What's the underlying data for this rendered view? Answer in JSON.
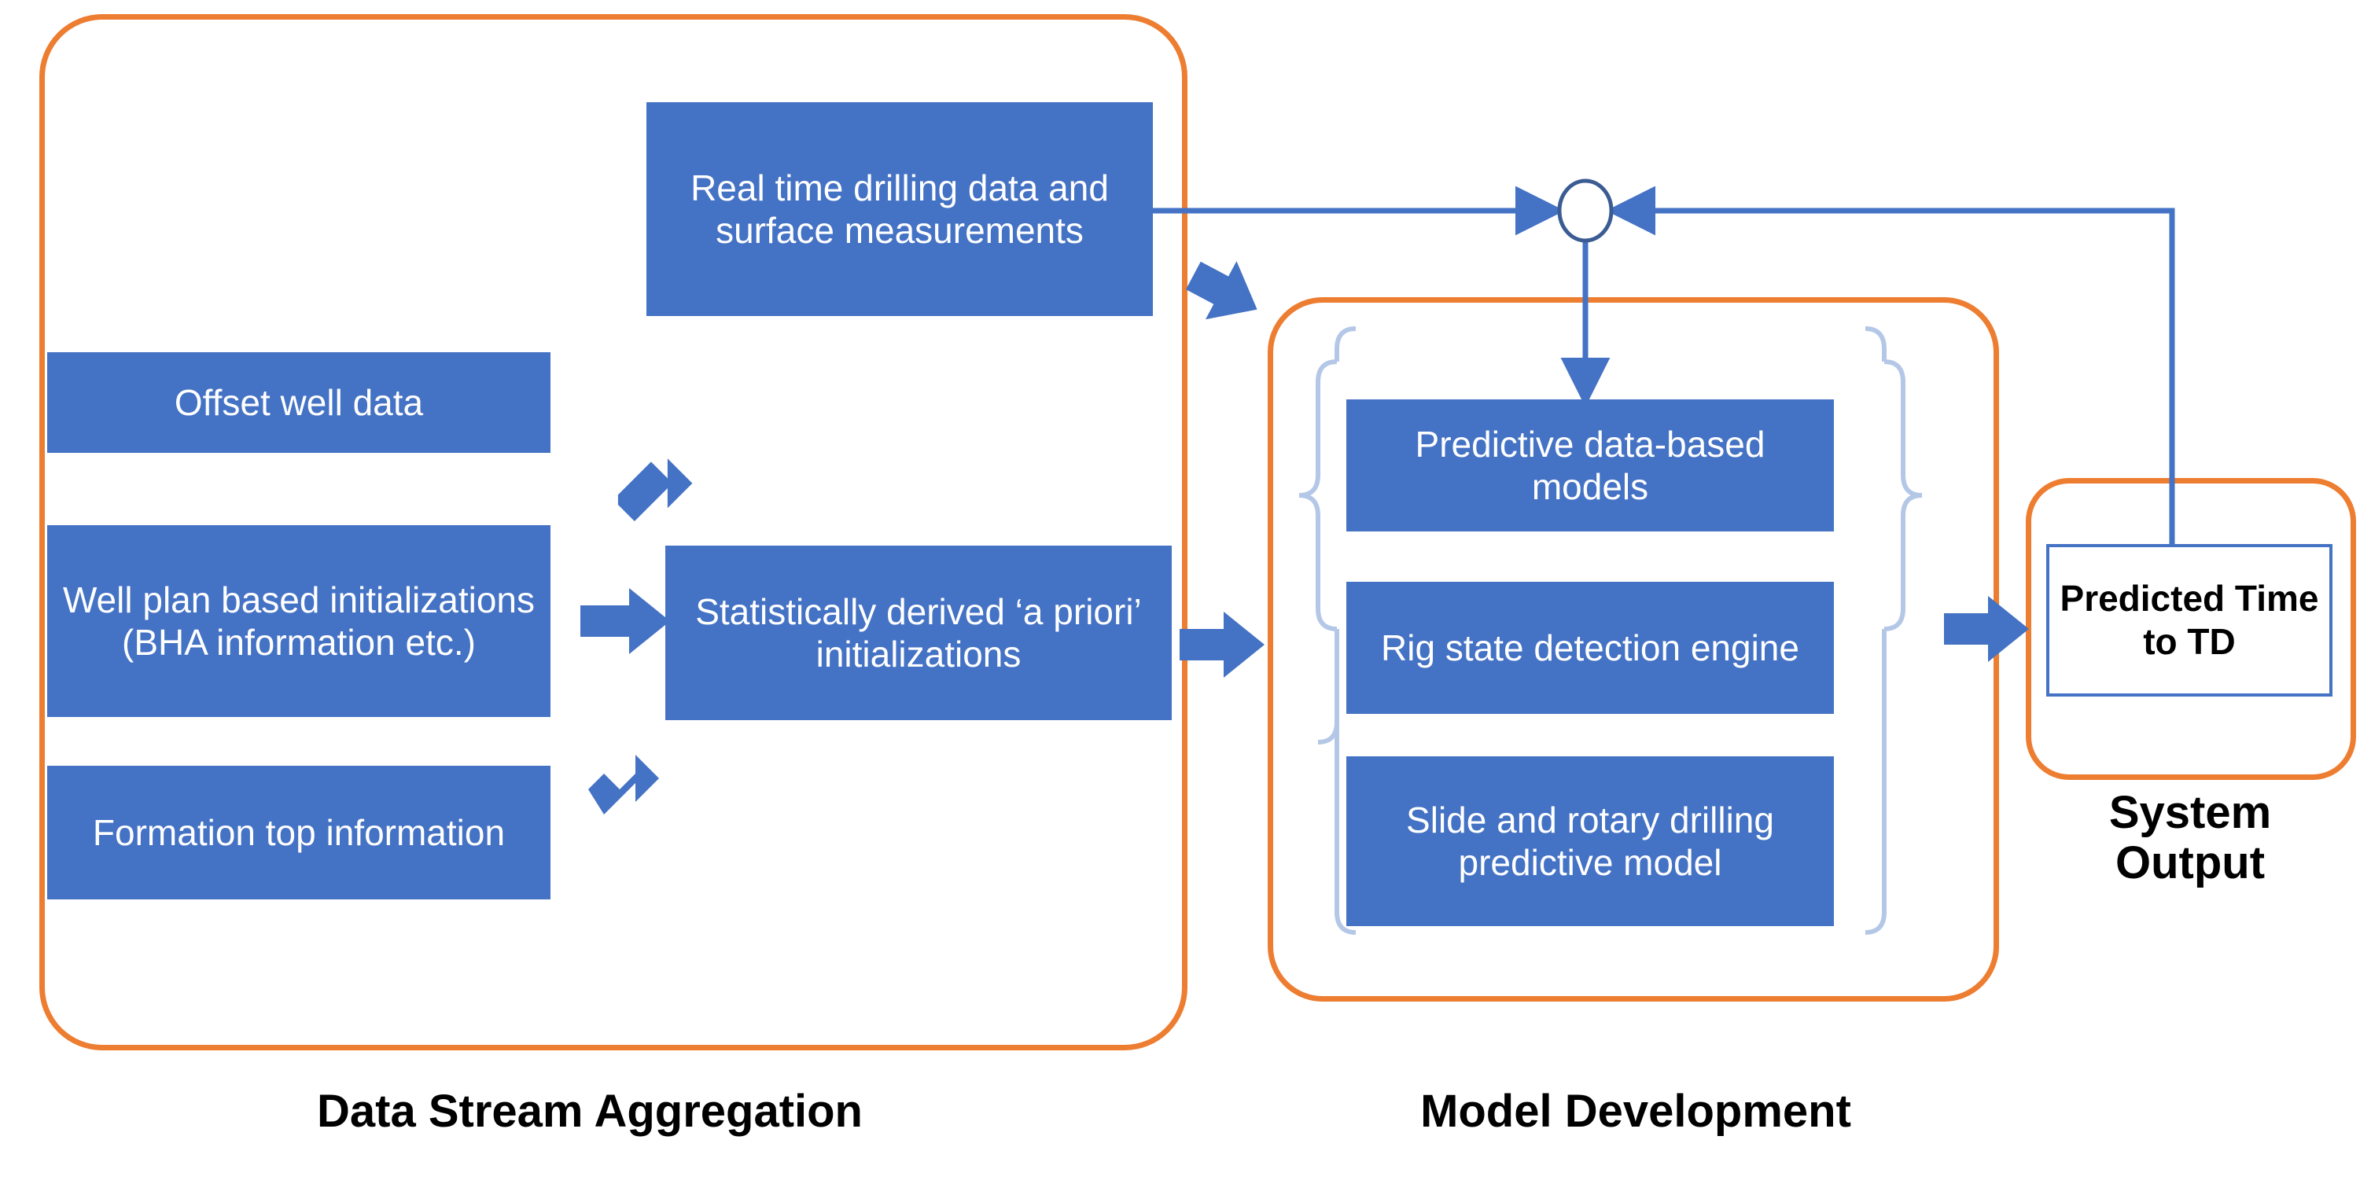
{
  "diagram": {
    "title_implicit": "Predicted Time to TD system workflow",
    "colors": {
      "box_blue": "#4472C4",
      "group_orange": "#ED7D31",
      "brace_blue": "#B4C7E7",
      "arrow_blue": "#4472C4",
      "text_on_blue": "#FFFFFF",
      "text_black": "#000000"
    },
    "groups": [
      {
        "id": "data-stream-aggregation",
        "label": "Data Stream Aggregation"
      },
      {
        "id": "model-development",
        "label": "Model Development"
      },
      {
        "id": "system-output",
        "label": "System Output"
      }
    ],
    "nodes": {
      "realtime": "Real time drilling data and surface measurements",
      "offset_well": "Offset well data",
      "well_plan": "Well plan based initializations (BHA information etc.)",
      "formation_top": "Formation top information",
      "statistical": "Statistically derived ‘a priori’ initializations",
      "predictive_models": "Predictive data-based models",
      "rig_state": "Rig state detection engine",
      "slide_rotary": "Slide and rotary drilling predictive model",
      "predicted_time": "Predicted Time to TD"
    },
    "labels": {
      "data_stream_aggregation": "Data Stream Aggregation",
      "model_development": "Model Development",
      "system_output": "System Output"
    },
    "icons": {
      "summing_junction": "circle-junction-icon",
      "arrow_right": "block-arrow-right-icon",
      "arrow_down_right": "block-arrow-down-right-icon",
      "arrow_up_right": "block-arrow-up-right-icon",
      "left_brace": "left-curly-brace-icon",
      "right_brace": "right-curly-brace-icon"
    }
  }
}
